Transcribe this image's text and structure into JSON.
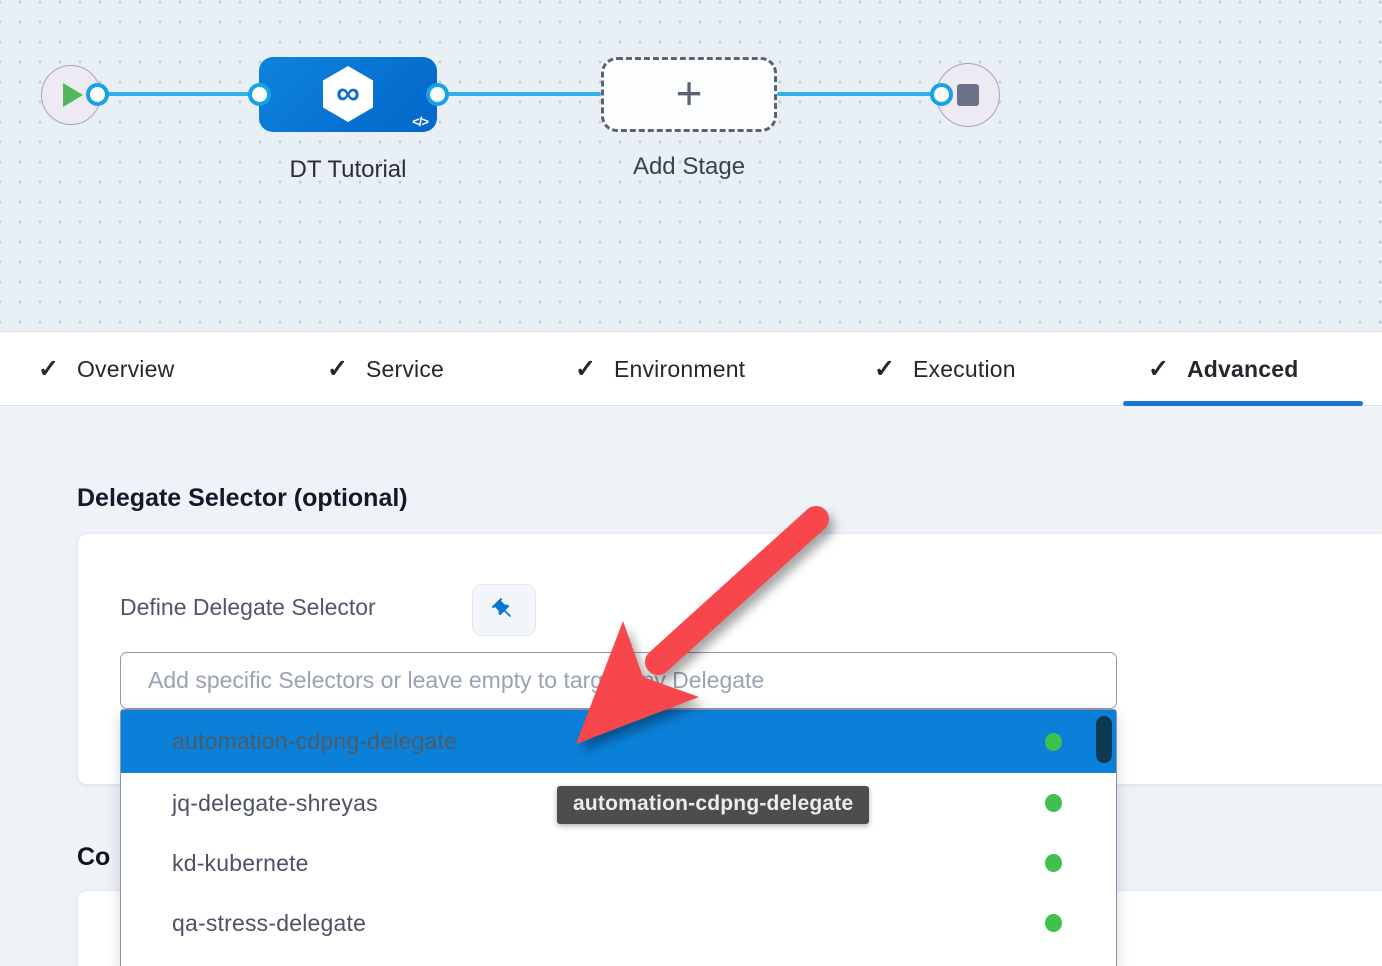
{
  "icons": {
    "check": "✓",
    "plus": "+",
    "infinity_logo": "∞",
    "code": "</>"
  },
  "colors": {
    "accent_blue": "#0278d5",
    "highlight_row_blue": "#0a80d8",
    "connector_blue": "#2db3e9",
    "status_green": "#3fc24d",
    "annotation_red": "#f8474c",
    "tooltip_gray": "#4d4d4d"
  },
  "canvas": {
    "stage_node": {
      "label": "DT Tutorial"
    },
    "add_stage": {
      "label": "Add Stage"
    }
  },
  "tabs": [
    {
      "label": "Overview",
      "checked": true,
      "active": false
    },
    {
      "label": "Service",
      "checked": true,
      "active": false
    },
    {
      "label": "Environment",
      "checked": true,
      "active": false
    },
    {
      "label": "Execution",
      "checked": true,
      "active": false
    },
    {
      "label": "Advanced",
      "checked": true,
      "active": true
    }
  ],
  "content": {
    "section_title": "Delegate Selector (optional)",
    "define_label": "Define Delegate Selector",
    "input_placeholder": "Add specific Selectors or leave empty to target any Delegate",
    "truncated_heading": "Co",
    "tooltip": "automation-cdpng-delegate",
    "dropdown": {
      "options": [
        {
          "label": "automation-cdpng-delegate",
          "status": "connected",
          "highlighted": true
        },
        {
          "label": "jq-delegate-shreyas",
          "status": "connected",
          "highlighted": false
        },
        {
          "label": "kd-kubernete",
          "status": "connected",
          "highlighted": false
        },
        {
          "label": "qa-stress-delegate",
          "status": "connected",
          "highlighted": false
        }
      ]
    }
  }
}
